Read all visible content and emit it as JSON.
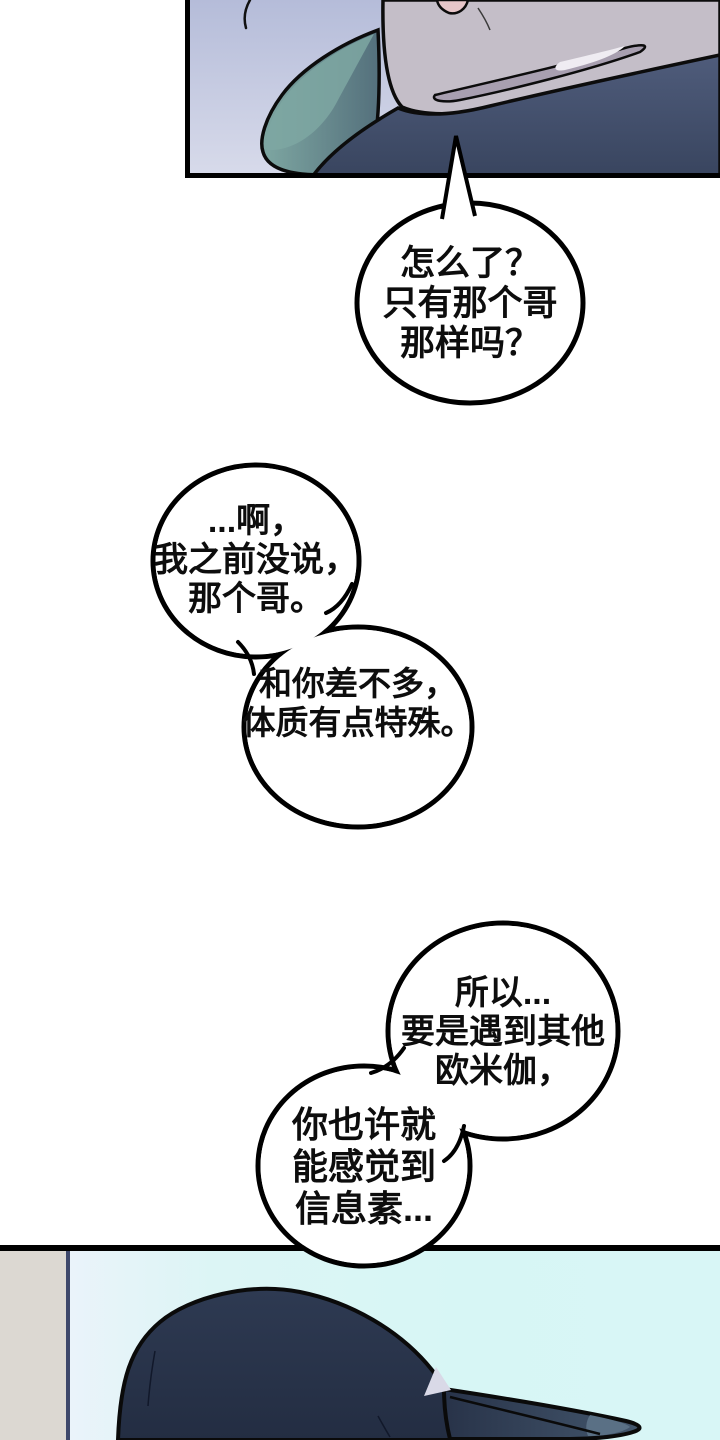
{
  "bubbles": [
    {
      "name": "speech-bubble-1",
      "lines": [
        "怎么了？",
        "只有那个哥",
        "那样吗？"
      ]
    },
    {
      "name": "speech-bubble-2",
      "lines": [
        "...啊，",
        "我之前没说，",
        "那个哥。"
      ]
    },
    {
      "name": "speech-bubble-3",
      "lines": [
        "和你差不多，",
        "体质有点特殊。"
      ]
    },
    {
      "name": "speech-bubble-4",
      "lines": [
        "所以...",
        "要是遇到其他",
        "欧米伽，"
      ]
    },
    {
      "name": "speech-bubble-5",
      "lines": [
        "你也许就",
        "能感觉到",
        "信息素..."
      ]
    }
  ],
  "colors": {
    "page_background": "#ffffff",
    "panel_border": "#000000",
    "top_panel_bg_top": "#b5bcd9",
    "top_panel_bg_bottom": "#d7daea",
    "shoulder_teal_light": "#7ea7a2",
    "shoulder_teal_dark": "#54707c",
    "hood_gray": "#c4bec8",
    "hood_shadow": "#a89fb0",
    "hood_highlight": "#efecf2",
    "skin_pink": "#e7c6c9",
    "chest_navy_top": "#4f5c7b",
    "chest_navy_bottom": "#38445e",
    "bottom_panel_bg": "#d7f6f5",
    "wall_strip": "#dcd8d2",
    "wall_edge_line": "#3e486b",
    "cap_navy_top": "#2e3a52",
    "cap_navy_dark": "#232d42",
    "cap_brim_tip": "#5a7085",
    "cap_logo": "#d9d9e7",
    "bubble_fill": "#ffffff",
    "bubble_stroke": "#000000",
    "text_color": "#0d0d0d"
  }
}
